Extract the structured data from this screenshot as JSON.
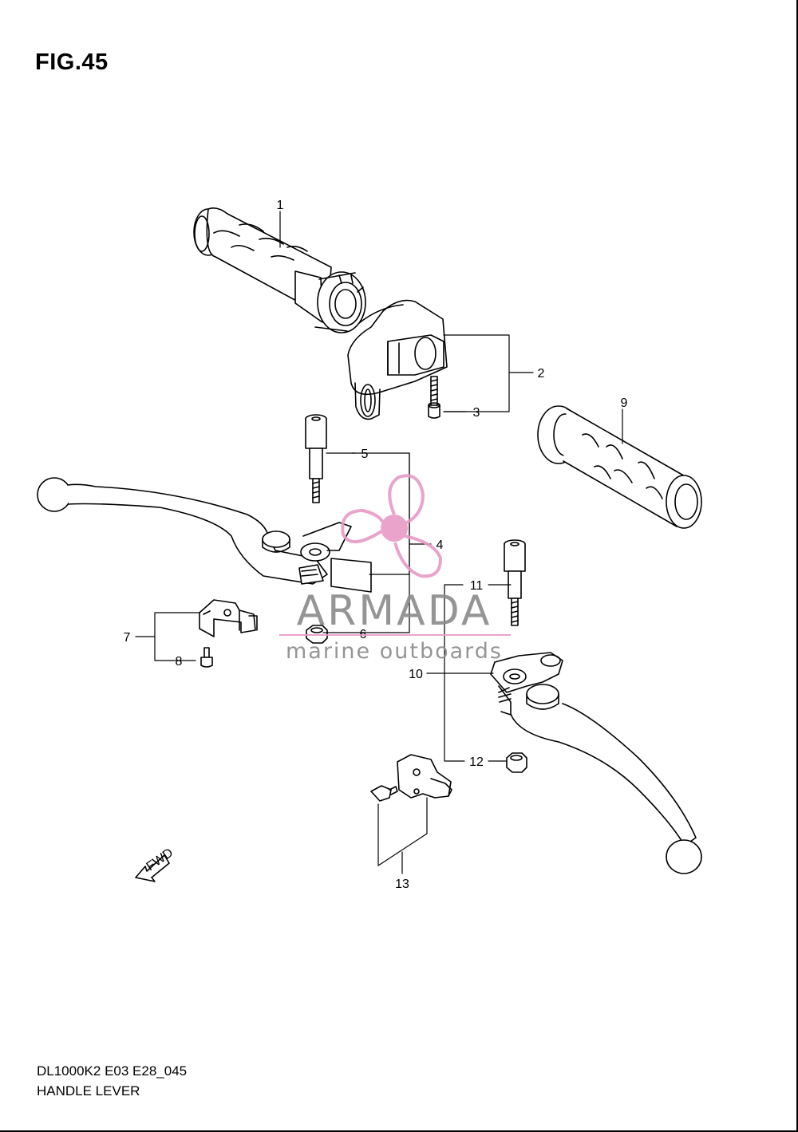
{
  "figure": {
    "title": "FIG.45",
    "code": "DL1000K2 E03 E28_045",
    "name": "HANDLE LEVER"
  },
  "callouts": [
    "1",
    "2",
    "3",
    "4",
    "5",
    "6",
    "7",
    "8",
    "9",
    "10",
    "11",
    "12",
    "13"
  ],
  "fwd_label": "FWD",
  "watermark": {
    "brand": "ARMADA",
    "tagline": "marine outboards",
    "color": "#e89ac6",
    "text_color": "#8a8a8a"
  }
}
